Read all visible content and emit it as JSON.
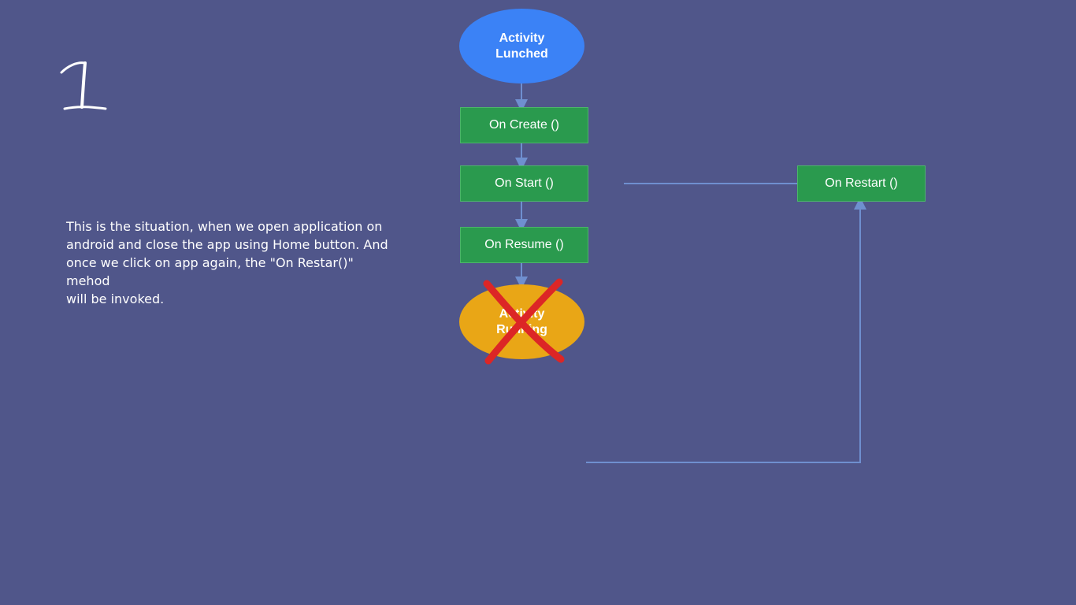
{
  "step": {
    "number": "1"
  },
  "caption": {
    "lines": [
      "This is the situation, when we open application on",
      "android and close the app using Home button. And",
      "once we click on app again, the \"On Restar()\" mehod",
      "will be invoked."
    ]
  },
  "diagram": {
    "start_node": {
      "line1": "Activity",
      "line2": "Lunched",
      "color": "#3b82f6"
    },
    "on_create": "On Create ()",
    "on_start": "On Start ()",
    "on_resume": "On Resume ()",
    "on_restart": "On Restart ()",
    "running_node": {
      "line1": "Activity",
      "line2": "Running",
      "color": "#e9a616",
      "crossed_out": true
    },
    "box_color": "#2a9a4e",
    "connector_color": "#6f8fcf",
    "cross_color": "#dc2626"
  }
}
